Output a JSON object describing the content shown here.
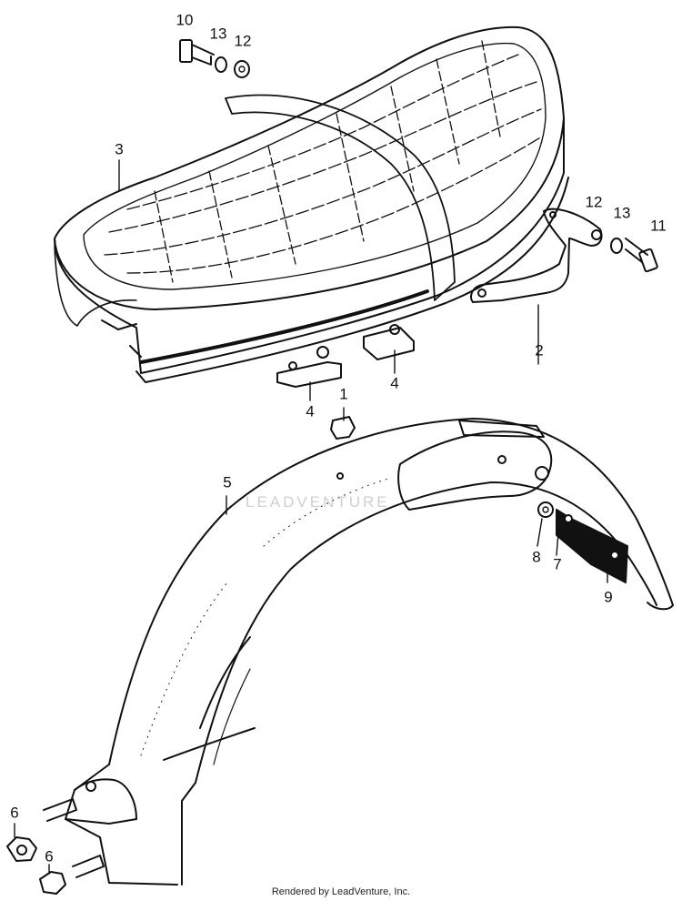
{
  "diagram": {
    "callouts": [
      {
        "id": "c10a",
        "text": "10"
      },
      {
        "id": "c13a",
        "text": "13"
      },
      {
        "id": "c12a",
        "text": "12"
      },
      {
        "id": "c3",
        "text": "3"
      },
      {
        "id": "c12b",
        "text": "12"
      },
      {
        "id": "c13b",
        "text": "13"
      },
      {
        "id": "c11",
        "text": "11"
      },
      {
        "id": "c2",
        "text": "2"
      },
      {
        "id": "c4a",
        "text": "4"
      },
      {
        "id": "c4b",
        "text": "4"
      },
      {
        "id": "c1",
        "text": "1"
      },
      {
        "id": "c5",
        "text": "5"
      },
      {
        "id": "c8",
        "text": "8"
      },
      {
        "id": "c7",
        "text": "7"
      },
      {
        "id": "c9",
        "text": "9"
      },
      {
        "id": "c6a",
        "text": "6"
      },
      {
        "id": "c6b",
        "text": "6"
      }
    ],
    "watermark": "LEADVENTURE",
    "footer": "Rendered by LeadVenture, Inc."
  },
  "colors": {
    "ink": "#111111",
    "background": "#ffffff"
  }
}
